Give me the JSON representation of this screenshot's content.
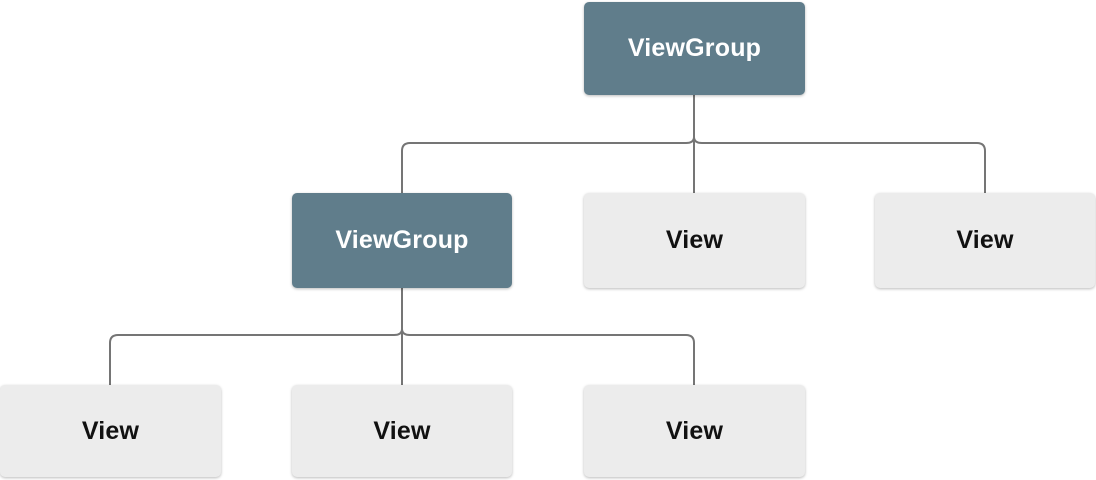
{
  "diagram": {
    "type": "tree",
    "nodes": {
      "root": {
        "label": "ViewGroup",
        "kind": "viewgroup"
      },
      "child_viewgroup": {
        "label": "ViewGroup",
        "kind": "viewgroup"
      },
      "child_view_1": {
        "label": "View",
        "kind": "view"
      },
      "child_view_2": {
        "label": "View",
        "kind": "view"
      },
      "grandchild_view_1": {
        "label": "View",
        "kind": "view"
      },
      "grandchild_view_2": {
        "label": "View",
        "kind": "view"
      },
      "grandchild_view_3": {
        "label": "View",
        "kind": "view"
      }
    },
    "edges": [
      {
        "from": "root",
        "to": "child_viewgroup"
      },
      {
        "from": "root",
        "to": "child_view_1"
      },
      {
        "from": "root",
        "to": "child_view_2"
      },
      {
        "from": "child_viewgroup",
        "to": "grandchild_view_1"
      },
      {
        "from": "child_viewgroup",
        "to": "grandchild_view_2"
      },
      {
        "from": "child_viewgroup",
        "to": "grandchild_view_3"
      }
    ],
    "colors": {
      "background": "#ffffff",
      "viewgroup_fill": "#607d8b",
      "viewgroup_text": "#ffffff",
      "view_fill": "#ececec",
      "view_text": "#111111",
      "connector": "#757575"
    }
  }
}
